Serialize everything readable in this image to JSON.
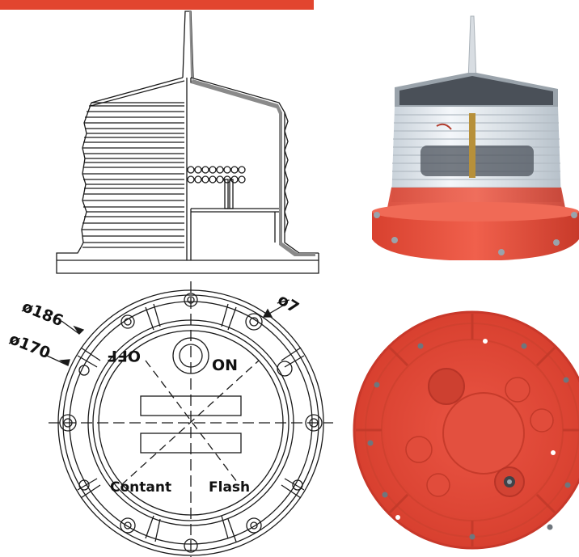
{
  "colors": {
    "accent_bar": "#e2452f",
    "line": "#1a1a1a",
    "lamp_red": "#e2452f",
    "base_red": "#e54a38",
    "base_red_dark": "#c8382a",
    "lens_clear": "#dfe6ec",
    "solar_panel": "#3a3f47"
  },
  "drawing": {
    "dim_outer": "ø186",
    "dim_inner": "ø170",
    "dim_hole": "ø7",
    "switch_off": "OFF",
    "switch_on": "ON",
    "mode_constant": "Contant",
    "mode_flash": "Flash"
  },
  "photos": {
    "lamp_icon": "obstruction-light-photo",
    "base_icon": "lamp-base-underside-photo"
  }
}
